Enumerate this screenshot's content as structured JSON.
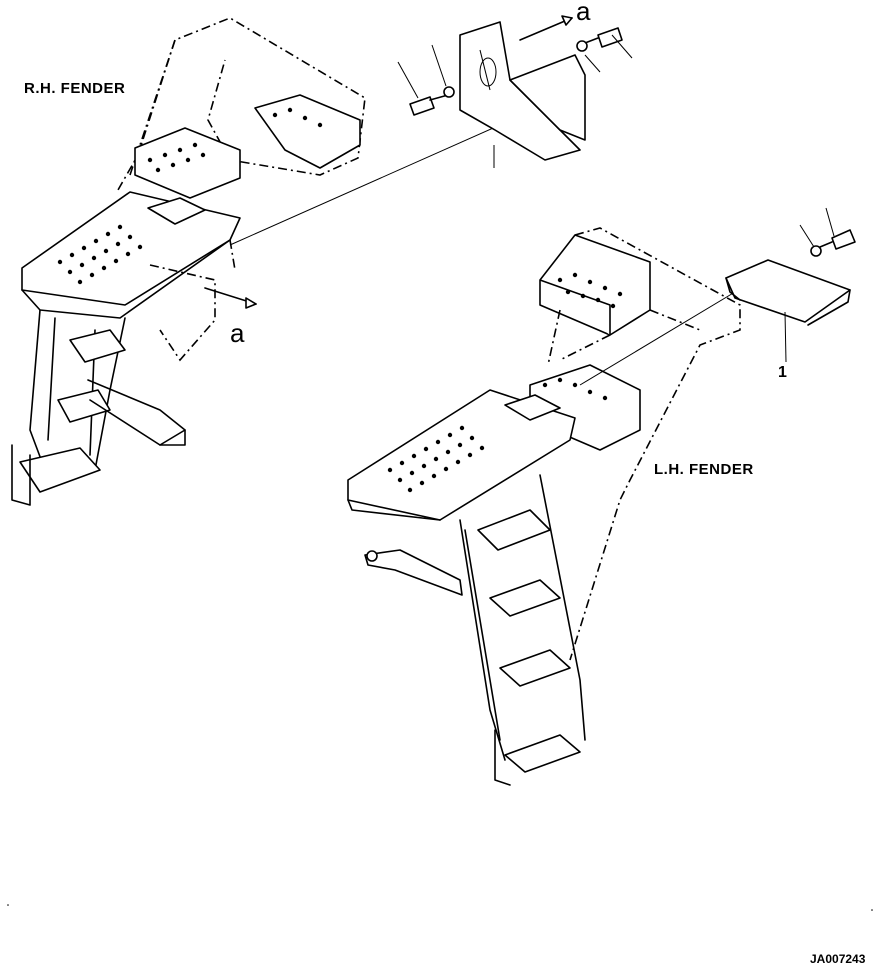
{
  "labels": {
    "rh_fender": "R.H. FENDER",
    "lh_fender": "L.H. FENDER",
    "callout_1": "1",
    "view_mark_top": "a",
    "view_mark_left": "a",
    "drawing_code": "JA007243"
  }
}
